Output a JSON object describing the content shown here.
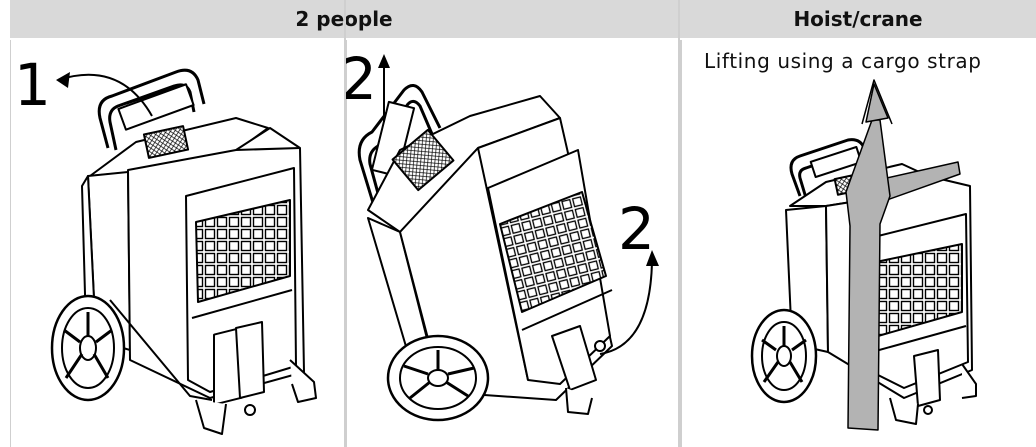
{
  "table": {
    "headers": [
      "2 people",
      "Hoist/crane"
    ]
  },
  "panels": [
    {
      "step_label": "1"
    },
    {
      "step_label_top": "2",
      "step_label_side": "2"
    },
    {
      "caption": "Lifting using a cargo strap"
    }
  ],
  "colors": {
    "header_bg": "#d9d9d9",
    "strap": "#b3b3b3",
    "line": "#000000"
  },
  "icons": [
    "curved-arrow-icon",
    "up-arrow-icon"
  ]
}
